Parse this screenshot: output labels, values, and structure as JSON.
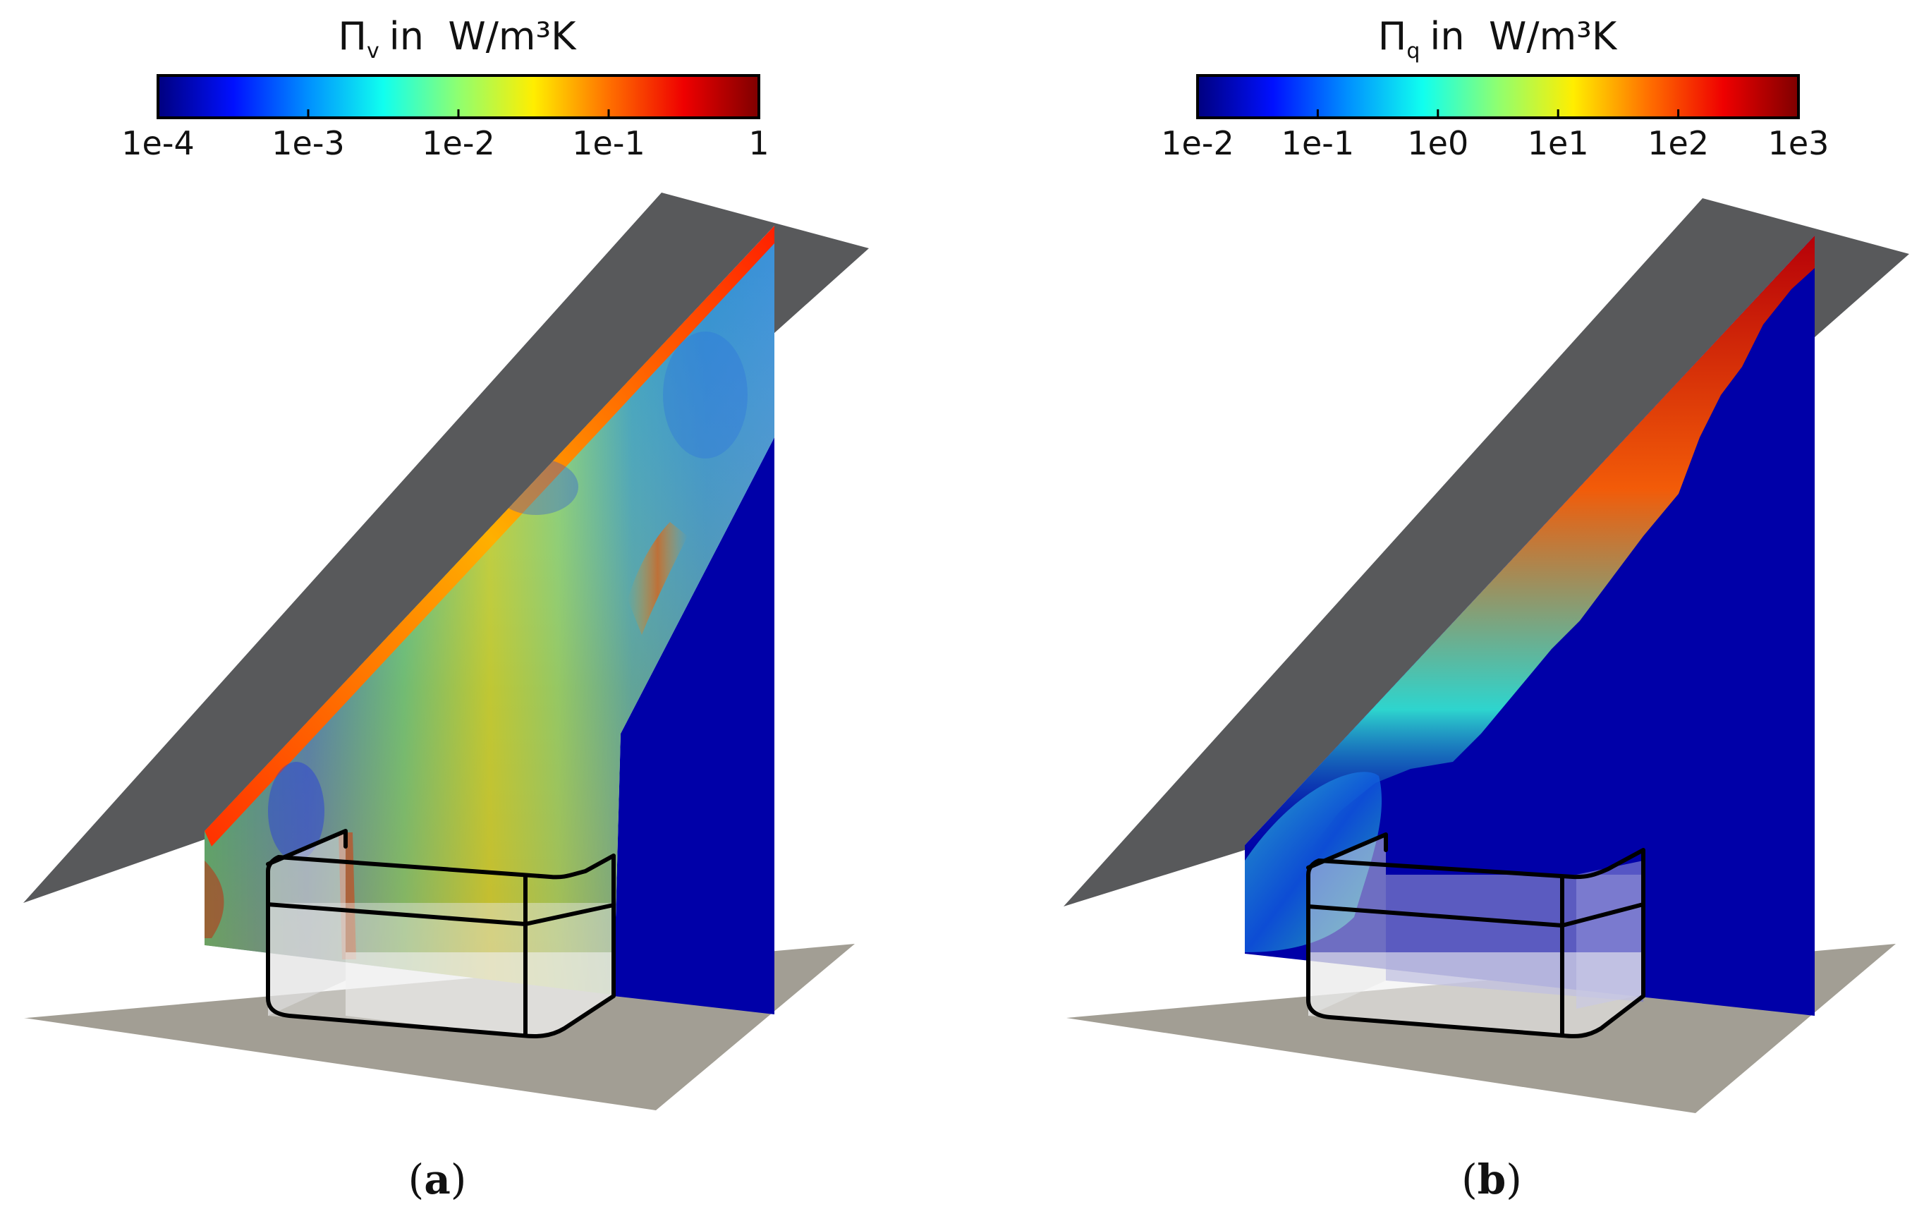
{
  "figure": {
    "panels": [
      {
        "label_open": "(",
        "label_letter": "a",
        "label_close": ")",
        "colorbar": {
          "symbol": "Π",
          "subscript": "v",
          "unit_text": "in  W/m³K",
          "ticks": [
            "1e-4",
            "1e-3",
            "1e-2",
            "1e-1",
            "1"
          ],
          "scale": "log",
          "range": [
            0.0001,
            1
          ],
          "colormap": [
            "#00007f",
            "#0010ff",
            "#0090ff",
            "#10ffef",
            "#8fff70",
            "#ffee00",
            "#ff7000",
            "#ef0000",
            "#7f0000"
          ]
        }
      },
      {
        "label_open": "(",
        "label_letter": "b",
        "label_close": ")",
        "colorbar": {
          "symbol": "Π",
          "subscript": "q",
          "unit_text": "in  W/m³K",
          "ticks": [
            "1e-2",
            "1e-1",
            "1e0",
            "1e1",
            "1e2",
            "1e3"
          ],
          "scale": "log",
          "range": [
            0.01,
            1000
          ],
          "colormap": [
            "#00007f",
            "#0010ff",
            "#0090ff",
            "#10ffef",
            "#8fff70",
            "#ffee00",
            "#ff7000",
            "#ef0000",
            "#7f0000"
          ]
        }
      }
    ],
    "colors": {
      "roof": "#58595b",
      "floor": "#a29e94",
      "field_low": "#0000a8",
      "window_glass": "#dcdcdc"
    }
  }
}
